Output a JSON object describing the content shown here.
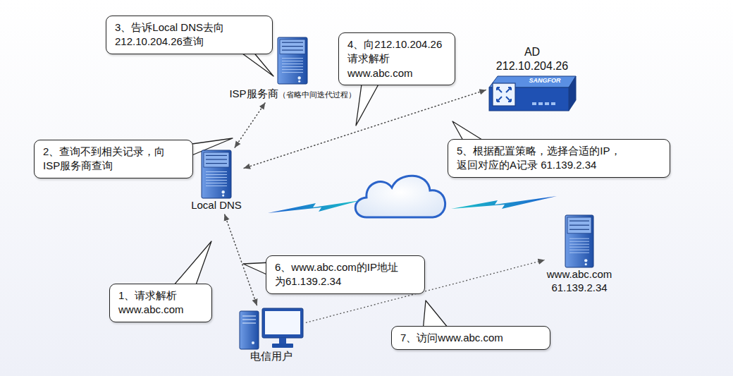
{
  "diagram": {
    "nodes": [
      {
        "text": [
          "3、告诉Local DNS去向 212.10.204.26查询"
        ]
      },
      {
        "text": [
          "ISP服务商",
          "（省略中间迭代过程）"
        ]
      },
      {
        "text": [
          "4、向212.10.204.26 请求解析 www.abc.com"
        ]
      },
      {
        "text": [
          "AD",
          "212.10.204.26"
        ]
      },
      {
        "text": [
          "2、查询不到相关记录，向 ISP服务商查询"
        ]
      },
      {
        "text": [
          "5、根据配置策略，选择合适的IP， 返回对应的A记录 61.139.2.34"
        ]
      },
      {
        "text": [
          "Local DNS"
        ]
      },
      {
        "text": [
          "www.abc.com",
          "61.139.2.34"
        ]
      },
      {
        "text": [
          "6、www.abc.com的IP地址 为61.139.2.34"
        ]
      },
      {
        "text": [
          "1、请求解析 www.abc.com"
        ]
      },
      {
        "text": [
          "电信用户"
        ]
      },
      {
        "text": [
          "7、访问www.abc.com"
        ]
      }
    ],
    "edges": [
      {
        "from": 10,
        "to": 6,
        "arrow": "to"
      },
      {
        "from": 6,
        "to": 10,
        "arrow": "to"
      },
      {
        "from": 6,
        "to": 1,
        "arrow": "to"
      },
      {
        "from": 1,
        "to": 6,
        "arrow": "to"
      },
      {
        "from": 6,
        "to": 3,
        "arrow": "to"
      },
      {
        "from": 3,
        "to": 6,
        "arrow": "to"
      },
      {
        "from": 10,
        "to": 7,
        "arrow": "to"
      }
    ],
    "labels": [
      "SANGFOR"
    ]
  }
}
